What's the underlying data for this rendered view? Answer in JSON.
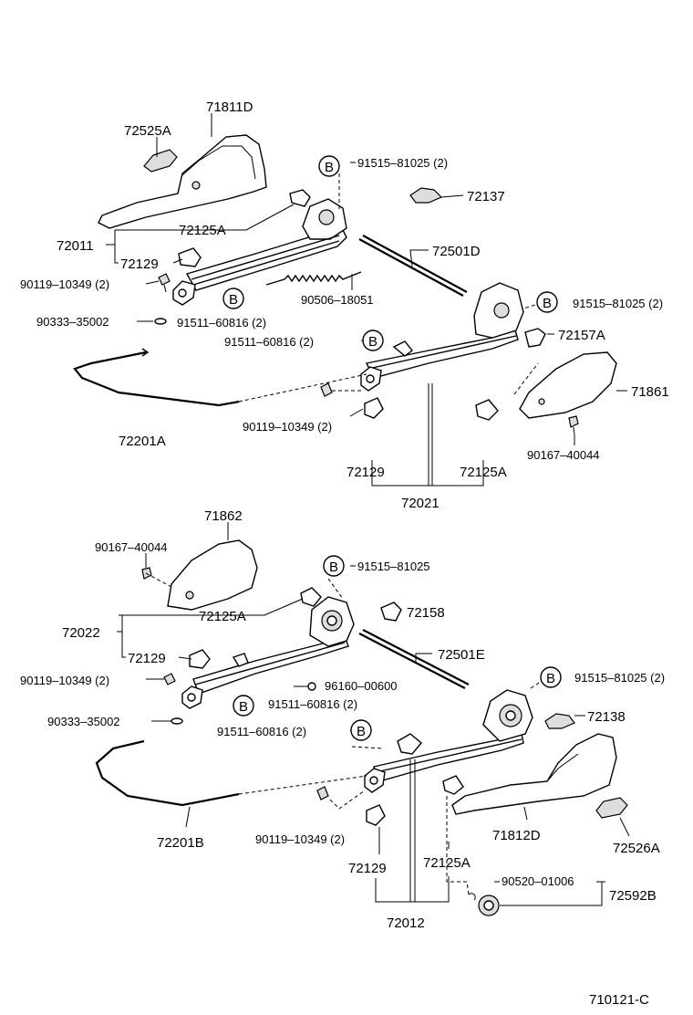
{
  "diagram_code": "710121-C",
  "callout_letter": "B",
  "labels": {
    "p71811D": "71811D",
    "p72525A": "72525A",
    "p91515_81025_2_a": "91515–81025 (2)",
    "p72137": "72137",
    "p72125A_a": "72125A",
    "p72011": "72011",
    "p72129_a": "72129",
    "p72501D": "72501D",
    "p90119_10349_2_a": "90119–10349 (2)",
    "p90506_18051": "90506–18051",
    "p90333_35002_a": "90333–35002",
    "p91511_60816_2_a": "91511–60816 (2)",
    "p91515_81025_2_b": "91515–81025 (2)",
    "p91511_60816_2_b": "91511–60816 (2)",
    "p72157A": "72157A",
    "p71861": "71861",
    "p90119_10349_2_b": "90119–10349 (2)",
    "p72201A": "72201A",
    "p90167_40044_a": "90167–40044",
    "p72129_b": "72129",
    "p72125A_b": "72125A",
    "p72021": "72021",
    "p71862": "71862",
    "p90167_40044_b": "90167–40044",
    "p91515_81025_a": "91515–81025",
    "p72125A_c": "72125A",
    "p72158": "72158",
    "p72022": "72022",
    "p72501E": "72501E",
    "p72129_c": "72129",
    "p90119_10349_2_c": "90119–10349 (2)",
    "p96160_00600": "96160–00600",
    "p91515_81025_2_c": "91515–81025 (2)",
    "p91511_60816_2_c": "91511–60816 (2)",
    "p90333_35002_b": "90333–35002",
    "p72138": "72138",
    "p91511_60816_2_d": "91511–60816 (2)",
    "p72201B": "72201B",
    "p90119_10349_2_d": "90119–10349 (2)",
    "p71812D": "71812D",
    "p72526A": "72526A",
    "p72129_d": "72129",
    "p72125A_d": "72125A",
    "p90520_01006": "90520–01006",
    "p72592B": "72592B",
    "p72012": "72012"
  }
}
